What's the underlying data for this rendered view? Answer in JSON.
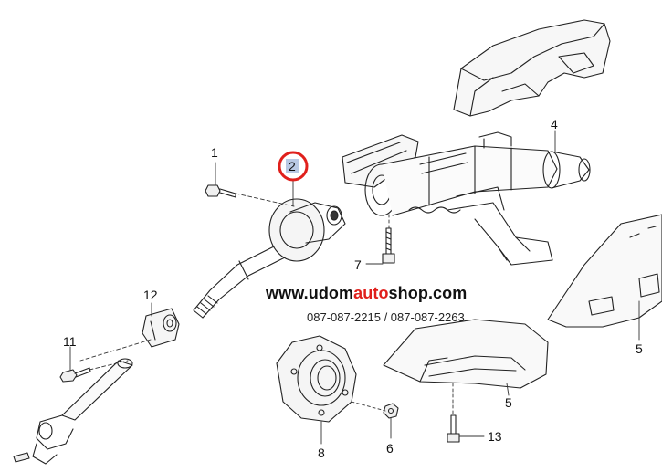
{
  "brand_colors": {
    "accent_red": "#e0201c",
    "highlight_blue": "#b9c9e4",
    "line": "#222222"
  },
  "watermark": {
    "prefix": "www.udom",
    "accent": "auto",
    "suffix": "shop.com",
    "phones": "087-087-2215 / 087-087-2263"
  },
  "callouts": {
    "p1": "1",
    "p2": "2",
    "p4": "4",
    "p5a": "5",
    "p5b": "5",
    "p6": "6",
    "p7": "7",
    "p8": "8",
    "p11": "11",
    "p12": "12",
    "p13": "13"
  },
  "highlighted_part": "2"
}
